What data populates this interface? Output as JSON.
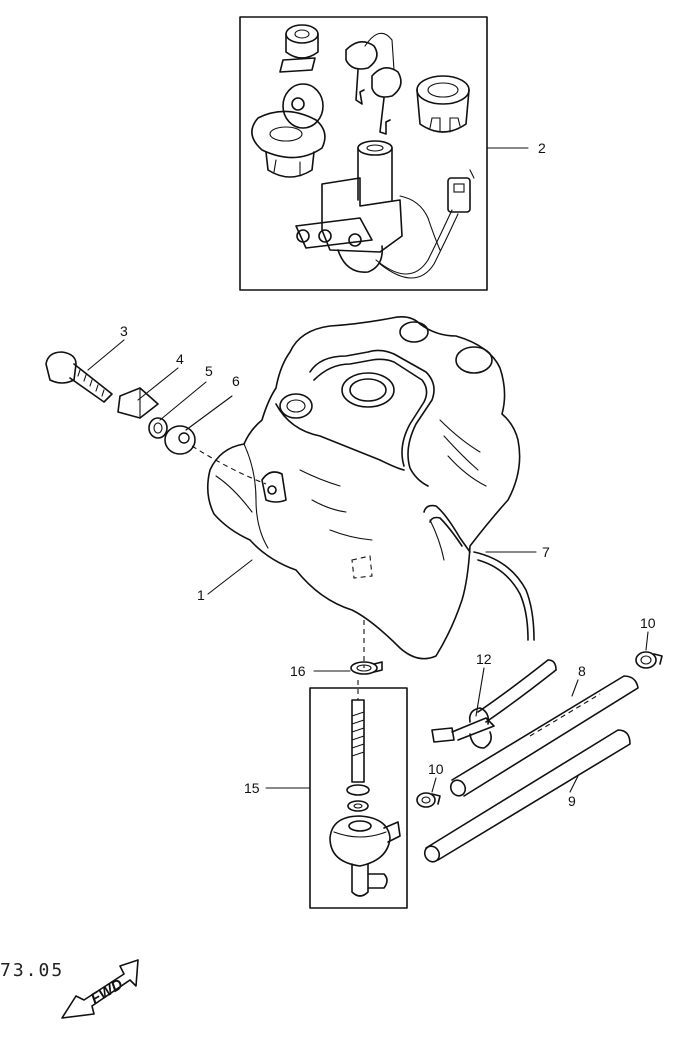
{
  "diagram": {
    "callouts": {
      "c1": "1",
      "c2": "2",
      "c3": "3",
      "c4": "4",
      "c5": "5",
      "c6": "6",
      "c7": "7",
      "c8": "8",
      "c9": "9",
      "c10a": "10",
      "c10b": "10",
      "c12": "12",
      "c15": "15",
      "c16": "16"
    },
    "page_code": "73.05",
    "direction_label": "FWD"
  }
}
